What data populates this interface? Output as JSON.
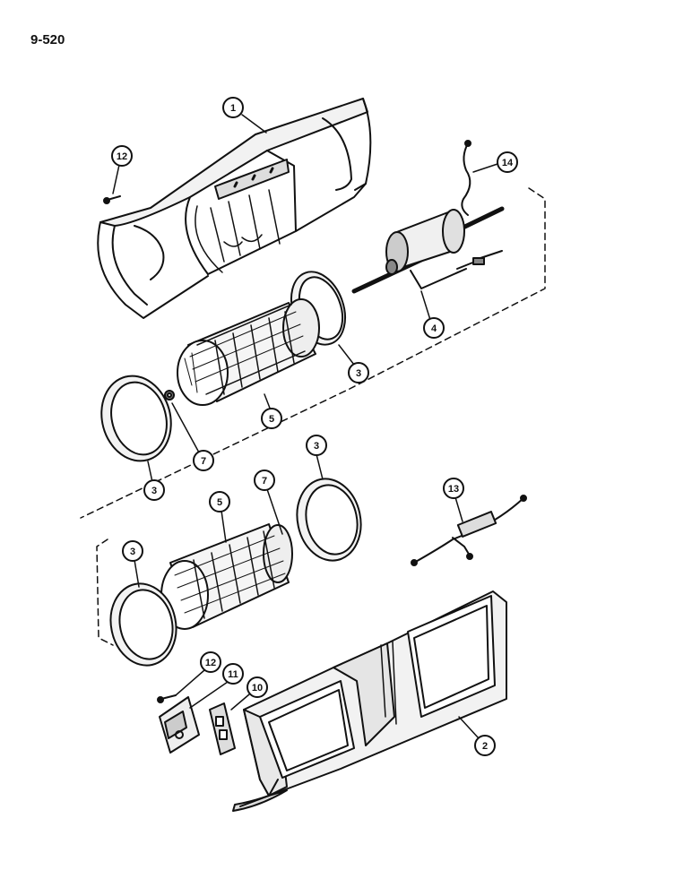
{
  "page": {
    "number": "9-520"
  },
  "callouts": {
    "c1": "1",
    "c2": "2",
    "c3a": "3",
    "c3b": "3",
    "c3c": "3",
    "c3d": "3",
    "c4": "4",
    "c5a": "5",
    "c5b": "5",
    "c7a": "7",
    "c7b": "7",
    "c10": "10",
    "c11": "11",
    "c12a": "12",
    "c12b": "12",
    "c13": "13",
    "c14": "14"
  }
}
